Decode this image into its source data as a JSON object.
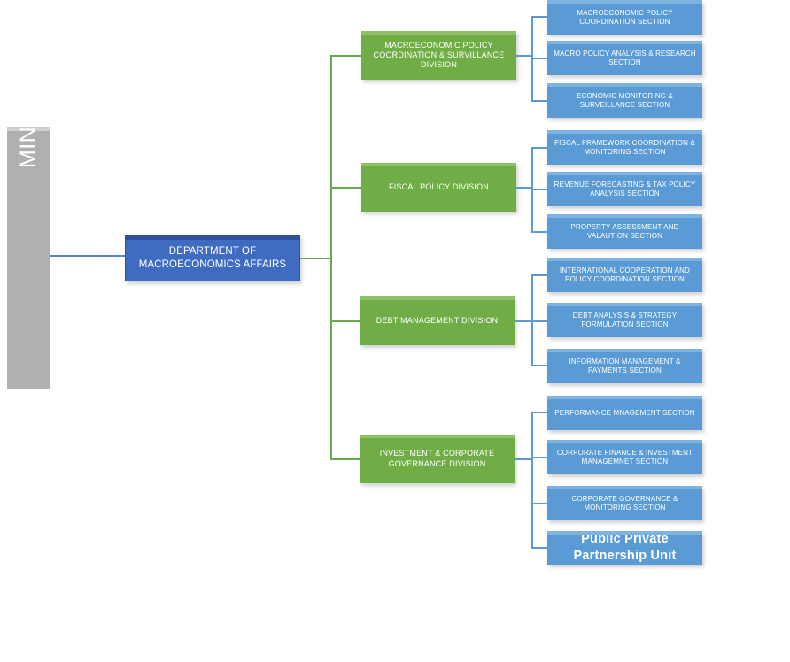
{
  "ministry": {
    "label": "MINISTRY OF FINANCE",
    "color": "#b0b0b0"
  },
  "department": {
    "label": "DEPARTMENT OF MACROECONOMICS AFFAIRS",
    "color": "#3f6cc0"
  },
  "colors": {
    "division": "#70ad47",
    "section": "#5b9bd5",
    "connector_green": "#6aa84f",
    "connector_blue": "#5b9bd5",
    "connector_root": "#5b7fc4"
  },
  "divisions": [
    {
      "label": "MACROECONOMIC  POLICY COORDINATION & SURVILLANCE DIVISION",
      "sections": [
        {
          "label": "MACROECONOMIC POLICY COORDINATION SECTION"
        },
        {
          "label": "MACRO POLICY ANALYSIS & RESEARCH SECTION"
        },
        {
          "label": "ECONOMIC MONITORING & SURVEILLANCE SECTION"
        }
      ]
    },
    {
      "label": "FISCAL POLICY DIVISION",
      "sections": [
        {
          "label": "FISCAL FRAMEWORK COORDINATION & MONITORING SECTION"
        },
        {
          "label": "REVENUE FORECASTING & TAX POLICY ANALYSIS SECTION"
        },
        {
          "label": "PROPERTY ASSESSMENT AND VALAUTION SECTION"
        }
      ]
    },
    {
      "label": "DEBT MANAGEMENT DIVISION",
      "sections": [
        {
          "label": "INTERNATIONAL COOPERATION AND POLICY COORDINATION SECTION"
        },
        {
          "label": "DEBT ANALYSIS & STRATEGY FORMULATION SECTION"
        },
        {
          "label": "INFORMATION MANAGEMENT & PAYMENTS SECTION"
        }
      ]
    },
    {
      "label": "INVESTMENT & CORPORATE GOVERNANCE DIVISION",
      "sections": [
        {
          "label": "PERFORMANCE MNAGEMENT SECTION"
        },
        {
          "label": "CORPORATE FINANCE & INVESTMENT MANAGEMNET SECTION"
        },
        {
          "label": "CORPORATE GOVERNANCE & MONITORING SECTION"
        },
        {
          "label": "Public Private Partnership Unit"
        }
      ]
    }
  ]
}
